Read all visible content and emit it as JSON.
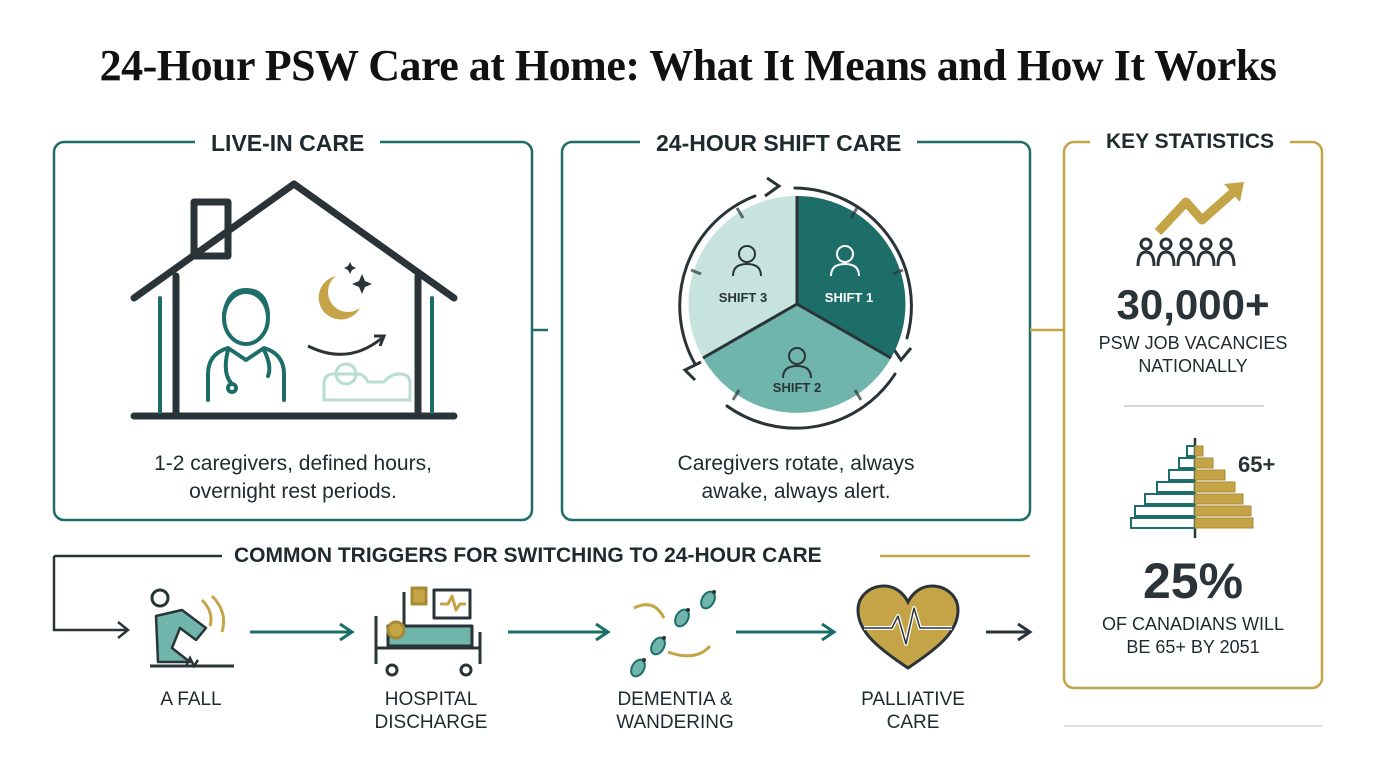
{
  "title": "24-Hour PSW Care at Home: What It Means and How It Works",
  "live_in": {
    "heading": "LIVE-IN CARE",
    "description_lines": [
      "1-2 caregivers, defined hours,",
      "overnight rest periods."
    ]
  },
  "shift_care": {
    "heading": "24-HOUR SHIFT CARE",
    "shifts": [
      "SHIFT 1",
      "SHIFT 2",
      "SHIFT 3"
    ],
    "description_lines": [
      "Caregivers rotate, always",
      "awake, always alert."
    ]
  },
  "stats": {
    "heading": "KEY STATISTICS",
    "vacancies_value": "30,000+",
    "vacancies_label_lines": [
      "PSW JOB VACANCIES",
      "NATIONALLY"
    ],
    "pyramid_label": "65+",
    "seniors_value": "25%",
    "seniors_label_lines": [
      "OF CANADIANS WILL",
      "BE 65+ BY 2051"
    ]
  },
  "triggers": {
    "heading": "COMMON TRIGGERS FOR SWITCHING TO 24-HOUR CARE",
    "items": [
      {
        "icon": "fall-icon",
        "label_lines": [
          "A FALL"
        ]
      },
      {
        "icon": "hospital-bed-icon",
        "label_lines": [
          "HOSPITAL",
          "DISCHARGE"
        ]
      },
      {
        "icon": "footprints-icon",
        "label_lines": [
          "DEMENTIA &",
          "WANDERING"
        ]
      },
      {
        "icon": "heart-pulse-icon",
        "label_lines": [
          "PALLIATIVE",
          "CARE"
        ]
      }
    ]
  },
  "colors": {
    "teal_dark": "#1d6e68",
    "teal_mid": "#6fb5ab",
    "teal_light": "#c6e3de",
    "gold": "#c4a447",
    "ink": "#2a3438"
  }
}
